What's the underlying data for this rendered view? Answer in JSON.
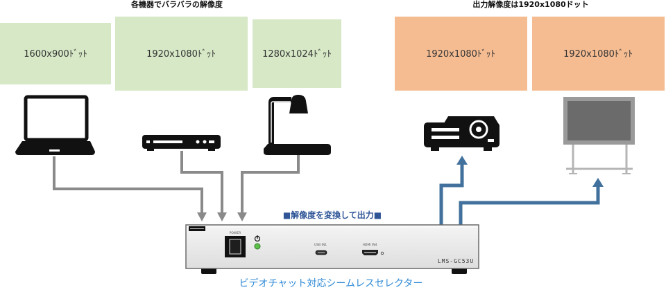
{
  "headings": {
    "inputs": "各機器でバラバラの解像度",
    "output": "出力解像度は1920x1080ドット"
  },
  "inputs": [
    {
      "resolution": "1600x900ﾄﾞｯﾄ",
      "icon": "laptop-icon"
    },
    {
      "resolution": "1920x1080ﾄﾞｯﾄ",
      "icon": "dvd-player-icon"
    },
    {
      "resolution": "1280x1024ﾄﾞｯﾄ",
      "icon": "document-camera-icon"
    }
  ],
  "outputs": [
    {
      "resolution": "1920x1080ﾄﾞｯﾄ",
      "icon": "projector-icon"
    },
    {
      "resolution": "1920x1080ﾄﾞｯﾄ",
      "icon": "display-icon"
    }
  ],
  "conversion_label": "■解像度を変換して出力■",
  "selector": {
    "power_label": "POWER",
    "usb_port_label": "USB IN1",
    "hdmi_port_label": "HDMI IN4",
    "model": "LMS-GC53U",
    "caption": "ビデオチャット対応シームレスセレクター",
    "icons": [
      "brand-logo",
      "power-switch",
      "power-symbol-icon",
      "power-led",
      "usb-c-port-icon",
      "hdmi-port-icon"
    ]
  },
  "colors": {
    "input_box": "#d6e8c6",
    "output_box": "#f5bc92",
    "input_connector": "#8a8a8a",
    "output_connector": "#41719c",
    "conversion_label": "#2f5597",
    "caption": "#2f8ad6"
  }
}
